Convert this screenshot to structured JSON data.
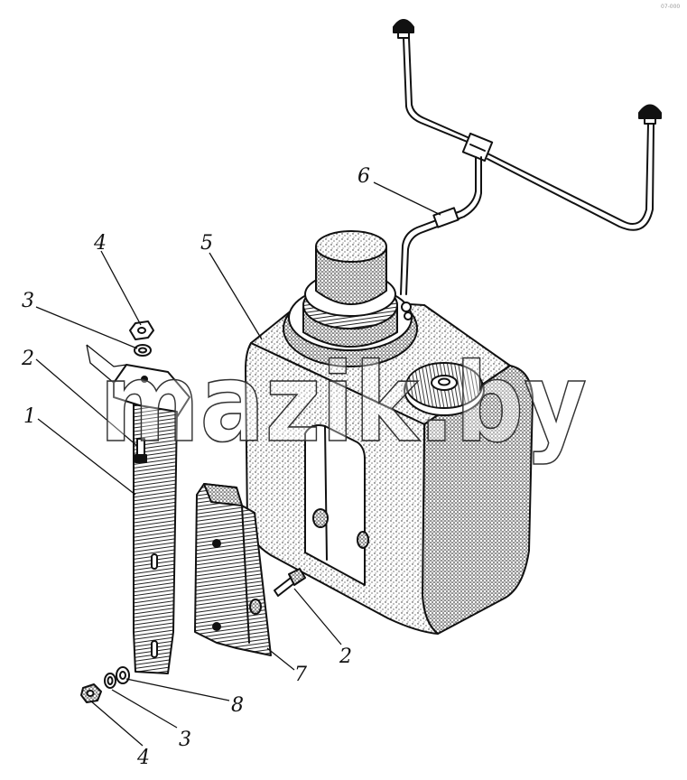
{
  "watermark": "mazik.by",
  "corner_mark": "07-000",
  "callouts": [
    {
      "id": "c1",
      "text": "1"
    },
    {
      "id": "c2a",
      "text": "2"
    },
    {
      "id": "c2b",
      "text": "2"
    },
    {
      "id": "c3a",
      "text": "3"
    },
    {
      "id": "c3b",
      "text": "3"
    },
    {
      "id": "c4a",
      "text": "4"
    },
    {
      "id": "c4b",
      "text": "4"
    },
    {
      "id": "c5",
      "text": "5"
    },
    {
      "id": "c6",
      "text": "6"
    },
    {
      "id": "c7",
      "text": "7"
    },
    {
      "id": "c8",
      "text": "8"
    }
  ]
}
